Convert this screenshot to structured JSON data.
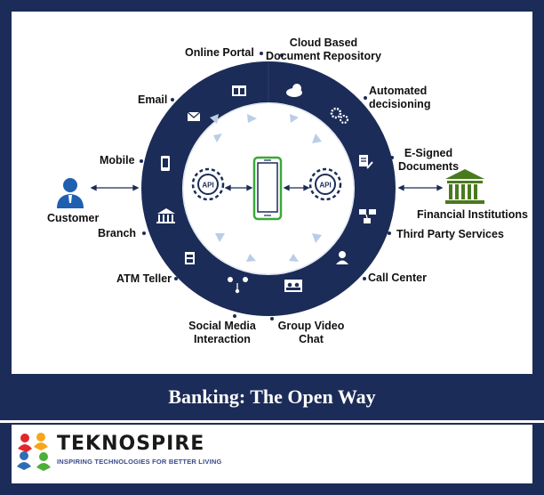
{
  "diagram": {
    "labels": {
      "online_portal": "Online Portal",
      "cloud_line1": "Cloud Based",
      "cloud_line2": "Document Repository",
      "automated_line1": "Automated",
      "automated_line2": "decisioning",
      "esigned_line1": "E-Signed",
      "esigned_line2": "Documents",
      "financial_institutions": "Financial Institutions",
      "third_party_services": "Third Party Services",
      "call_center": "Call Center",
      "group_video_line1": "Group Video",
      "group_video_line2": "Chat",
      "social_line1": "Social Media",
      "social_line2": "Interaction",
      "atm_teller": "ATM Teller",
      "branch": "Branch",
      "mobile": "Mobile",
      "email": "Email",
      "customer": "Customer",
      "api_left": "API",
      "api_right": "API"
    }
  },
  "banner": {
    "title": "Banking: The Open Way"
  },
  "logo": {
    "name": "TEKNOSPIRE",
    "tagline": "INSPIRING TECHNOLOGIES FOR BETTER LIVING"
  },
  "colors": {
    "ring": "#1c2c58",
    "phone_green": "#3aa83a",
    "bank_green": "#4a7a1e",
    "customer_blue": "#1f5fb0",
    "arrow_light": "#b9cde6"
  }
}
